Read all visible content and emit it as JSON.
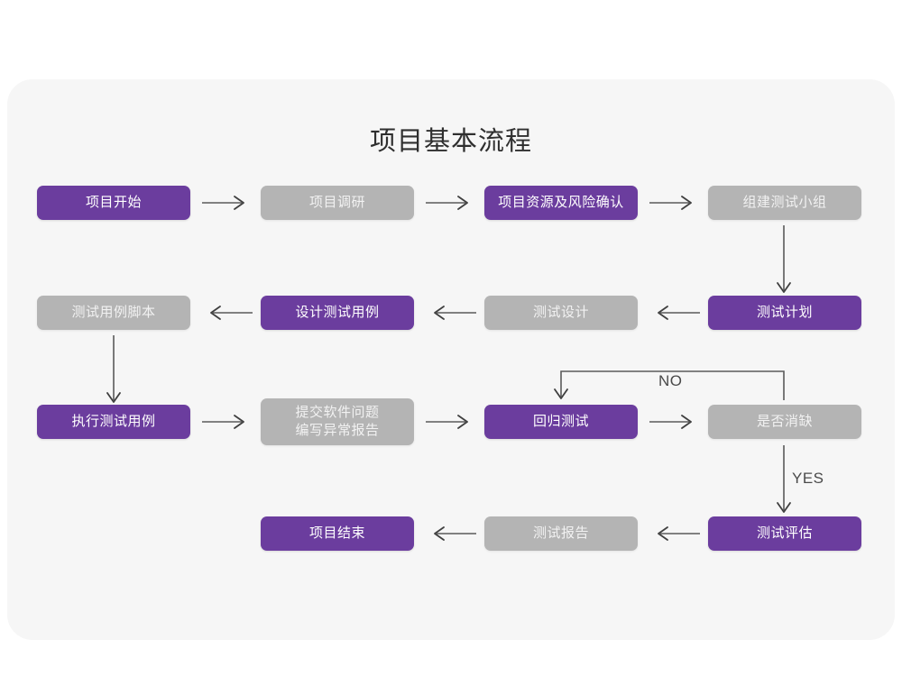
{
  "page": {
    "background": "#ffffff",
    "panel_background": "#f6f6f6"
  },
  "title": "项目基本流程",
  "colors": {
    "accent_purple": "#6b3d9e",
    "node_gray": "#b4b4b4",
    "edge": "#5a5a5a",
    "title_text": "#2f2f2f"
  },
  "chart_data": {
    "type": "diagram",
    "title": "项目基本流程",
    "nodes": [
      {
        "id": "n1",
        "label": "项目开始",
        "style": "purple",
        "row": 1,
        "col": 1
      },
      {
        "id": "n2",
        "label": "项目调研",
        "style": "gray",
        "row": 1,
        "col": 2
      },
      {
        "id": "n3",
        "label": "项目资源及风险确认",
        "style": "purple",
        "row": 1,
        "col": 3
      },
      {
        "id": "n4",
        "label": "组建测试小组",
        "style": "gray",
        "row": 1,
        "col": 4
      },
      {
        "id": "n5",
        "label": "测试用例脚本",
        "style": "gray",
        "row": 2,
        "col": 1
      },
      {
        "id": "n6",
        "label": "设计测试用例",
        "style": "purple",
        "row": 2,
        "col": 2
      },
      {
        "id": "n7",
        "label": "测试设计",
        "style": "gray",
        "row": 2,
        "col": 3
      },
      {
        "id": "n8",
        "label": "测试计划",
        "style": "purple",
        "row": 2,
        "col": 4
      },
      {
        "id": "n9",
        "label": "执行测试用例",
        "style": "purple",
        "row": 3,
        "col": 1
      },
      {
        "id": "n10",
        "label": "提交软件问题\n编写异常报告",
        "style": "gray",
        "row": 3,
        "col": 2
      },
      {
        "id": "n11",
        "label": "回归测试",
        "style": "purple",
        "row": 3,
        "col": 3
      },
      {
        "id": "n12",
        "label": "是否消缺",
        "style": "gray",
        "row": 3,
        "col": 4
      },
      {
        "id": "n13",
        "label": "项目结束",
        "style": "purple",
        "row": 4,
        "col": 2
      },
      {
        "id": "n14",
        "label": "测试报告",
        "style": "gray",
        "row": 4,
        "col": 3
      },
      {
        "id": "n15",
        "label": "测试评估",
        "style": "purple",
        "row": 4,
        "col": 4
      }
    ],
    "edges": [
      {
        "from": "n1",
        "to": "n2",
        "direction": "right",
        "label": ""
      },
      {
        "from": "n2",
        "to": "n3",
        "direction": "right",
        "label": ""
      },
      {
        "from": "n3",
        "to": "n4",
        "direction": "right",
        "label": ""
      },
      {
        "from": "n4",
        "to": "n8",
        "direction": "down",
        "label": ""
      },
      {
        "from": "n8",
        "to": "n7",
        "direction": "left",
        "label": ""
      },
      {
        "from": "n7",
        "to": "n6",
        "direction": "left",
        "label": ""
      },
      {
        "from": "n6",
        "to": "n5",
        "direction": "left",
        "label": ""
      },
      {
        "from": "n5",
        "to": "n9",
        "direction": "down",
        "label": ""
      },
      {
        "from": "n9",
        "to": "n10",
        "direction": "right",
        "label": ""
      },
      {
        "from": "n10",
        "to": "n11",
        "direction": "right",
        "label": ""
      },
      {
        "from": "n11",
        "to": "n12",
        "direction": "right",
        "label": ""
      },
      {
        "from": "n12",
        "to": "n11",
        "direction": "loop-up-left",
        "label": "NO"
      },
      {
        "from": "n12",
        "to": "n15",
        "direction": "down",
        "label": "YES"
      },
      {
        "from": "n15",
        "to": "n14",
        "direction": "left",
        "label": ""
      },
      {
        "from": "n14",
        "to": "n13",
        "direction": "left",
        "label": ""
      }
    ],
    "edge_labels": [
      {
        "id": "no-label",
        "text": "NO"
      },
      {
        "id": "yes-label",
        "text": "YES"
      }
    ]
  }
}
